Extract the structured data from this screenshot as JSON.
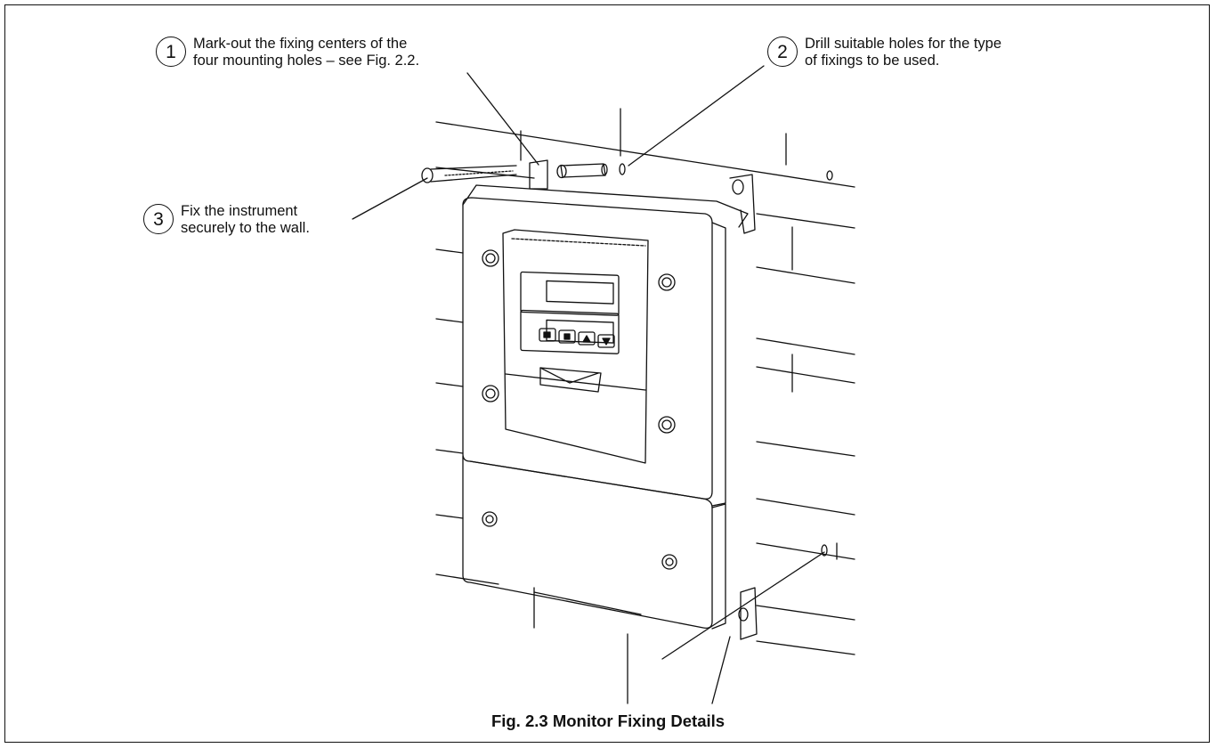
{
  "callouts": [
    {
      "number": "1",
      "lines": [
        "Mark-out the fixing centers of the",
        "four mounting holes – see Fig. 2.2."
      ]
    },
    {
      "number": "2",
      "lines": [
        "Drill suitable holes for the type",
        "of fixings to be used."
      ]
    },
    {
      "number": "3",
      "lines": [
        "Fix the instrument",
        "securely to the wall."
      ]
    }
  ],
  "caption": "Fig. 2.3 Monitor Fixing Details",
  "icons": [
    "screw-icon",
    "wall-plug-icon",
    "drill-hole-icon",
    "enter-key-icon",
    "menu-key-icon",
    "up-arrow-key-icon",
    "down-arrow-key-icon"
  ],
  "colors": {
    "line": "#111111",
    "background": "#ffffff"
  }
}
